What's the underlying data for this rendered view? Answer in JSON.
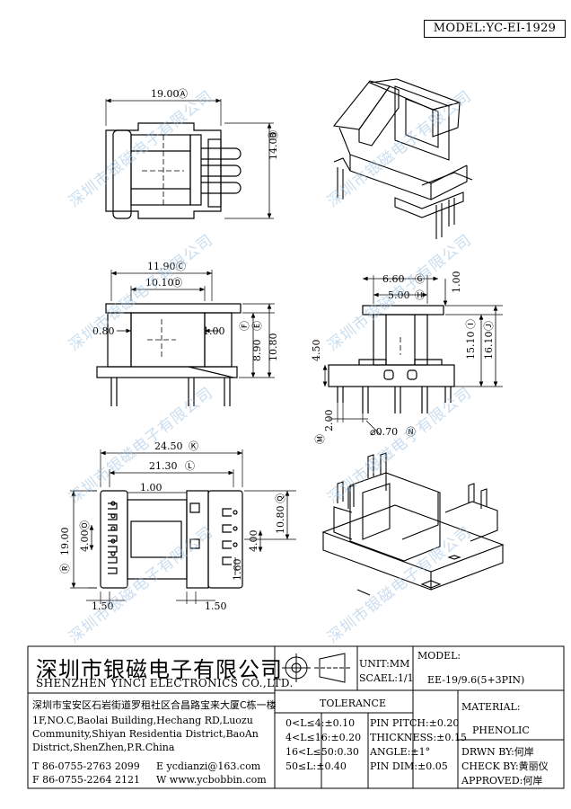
{
  "model_header": "MODEL:YC-EI-1929",
  "watermark": "深圳市银磁电子有限公司",
  "dims": {
    "top_width": "19.00",
    "top_width_tag": "Ⓐ",
    "top_height": "14.00",
    "top_height_tag": "Ⓑ",
    "front_w1": "11.90",
    "front_w1_tag": "Ⓒ",
    "front_w2": "10.10",
    "front_w2_tag": "Ⓓ",
    "front_left": "0.80",
    "front_right": "1.00",
    "front_h1": "8.90",
    "front_h1_tag": "Ⓔ",
    "front_h2": "10.80",
    "front_h2_tag": "Ⓕ",
    "side_w1": "6.60",
    "side_w1_tag": "Ⓖ",
    "side_w2": "5.00",
    "side_w2_tag": "Ⓗ",
    "side_top": "1.00",
    "side_left": "4.50",
    "side_h1": "15.10",
    "side_h1_tag": "Ⓘ",
    "side_h2": "16.10",
    "side_h2_tag": "Ⓙ",
    "side_pin_pitch": "2.00",
    "side_pin_pitch_tag": "Ⓜ",
    "side_pin_dia": "⌀0.70",
    "side_pin_dia_tag": "Ⓝ",
    "bot_w1": "24.50",
    "bot_w1_tag": "Ⓚ",
    "bot_w2": "21.30",
    "bot_w2_tag": "Ⓛ",
    "bot_h": "19.00",
    "bot_h_tag": "Ⓡ",
    "bot_slot1": "4.00",
    "bot_slot1_tag": "Ⓞ",
    "bot_gap": "1.00",
    "bot_slot2": "4.00",
    "bot_pin": "1.60",
    "bot_right_h": "10.80",
    "bot_right_h_tag": "Ⓠ",
    "bot_left_foot": "1.50",
    "bot_right_foot": "1.50"
  },
  "title_block": {
    "company_cn": "深圳市银磁电子有限公司",
    "company_en": "SHENZHEN YINCI ELECTRONICS CO.,LTD.",
    "address_cn": "深圳市宝安区石岩街道罗租社区合昌路宝来大厦C栋一楼",
    "address_en1": "1F,NO.C,Baolai Building,Hechang RD,Luozu",
    "address_en2": "Community,Shiyan Residentia District,BaoAn",
    "address_en3": "District,ShenZhen,P.R.China",
    "tel": "T 86-0755-2763 2099",
    "fax": "F 86-0755-2264 2121",
    "email": "E ycdianzi@163.com",
    "web": "W www.ycbobbin.com",
    "unit": "UNIT:MM",
    "scale": "SCAEL:1/1",
    "model_label": "MODEL:",
    "model_value": "EE-19/9.6(5+3PIN)",
    "tolerance_title": "TOLERANCE",
    "tol1": "0<L≤4:±0.10",
    "tol2": "4<L≤16:±0.20",
    "tol3": "16<L≤50:0.30",
    "tol4": "50≤L:±0.40",
    "pin_pitch": "PIN PITCH:±0.20",
    "thickness": "THICKNESS:±0.15",
    "angle": "ANGLE:±1°",
    "pin_dim": "PIN DIM:±0.05",
    "material_label": "MATERIAL:",
    "material_value": "PHENOLIC",
    "drawn_by": "DRWN BY:何岸",
    "check_by": "CHECK BY:黄丽仪",
    "approved": "APPROVED:何岸"
  }
}
